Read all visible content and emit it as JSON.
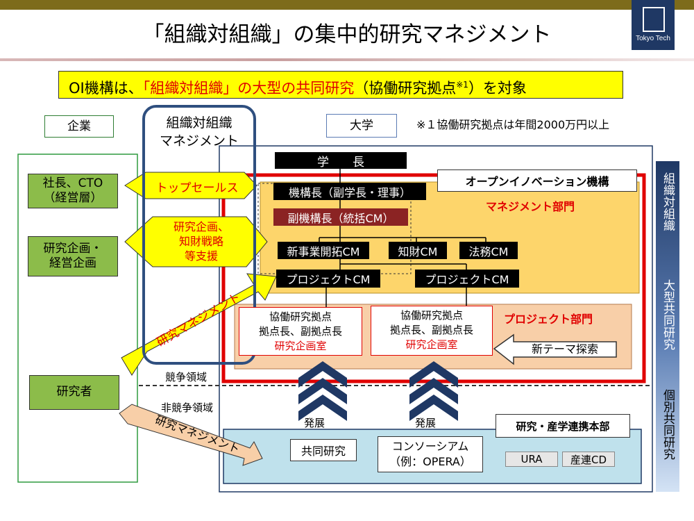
{
  "title": "「組織対組織」の集中的研究マネジメント",
  "logo": {
    "text": "Tokyo Tech"
  },
  "banner": {
    "prefix": "OI機構は、",
    "highlight": "「組織対組織」の大型の共同研究",
    "suffix": "（協働研究拠点",
    "note_mark": "※1",
    "tail": "）を対象"
  },
  "footnote": "※１協働研究拠点は年間2000万円以上",
  "columns": {
    "company": "企業",
    "university": "大学"
  },
  "mgmt_box": {
    "line1": "組織対組織",
    "line2": "マネジメント"
  },
  "company_boxes": {
    "ceo": "社長、CTO（経営層）",
    "ceo_line1": "社長、CTO",
    "ceo_line2": "（経営層）",
    "planning_line1": "研究企画・",
    "planning_line2": "経営企画",
    "researcher": "研究者"
  },
  "arrows": {
    "top_sales": "トップセールス",
    "support_line1": "研究企画、",
    "support_line2": "知財戦略",
    "support_line3": "等支援",
    "research_mgmt_upper": "研究マネジメント",
    "research_mgmt_lower": "研究マネジメント",
    "new_theme": "新テーマ探索"
  },
  "zones": {
    "competitive": "競争領域",
    "non_competitive": "非競争領域"
  },
  "university": {
    "president": "学　　長",
    "oi_org": "オープンイノベーション機構",
    "mgmt_dept": "マネジメント部門",
    "director": "機構長（副学長・理事）",
    "vice_director": "副機構長（統括CM）",
    "new_biz": "新事業開拓CM",
    "ip": "知財CM",
    "legal": "法務CM",
    "project_cm_1": "プロジェクトCM",
    "project_cm_2": "プロジェクトCM",
    "project_dept": "プロジェクト部門",
    "base_1": {
      "line1": "協働研究拠点",
      "line2": "拠点長、副拠点長",
      "line3": "研究企画室"
    },
    "base_2": {
      "line1": "協働研究拠点",
      "line2": "拠点長、副拠点長",
      "line3": "研究企画室"
    },
    "develop_1": "発展",
    "develop_2": "発展",
    "liaison": "研究・産学連携本部",
    "joint_research": "共同研究",
    "consortium_line1": "コンソーシアム",
    "consortium_line2": "（例：OPERA）",
    "ura": "URA",
    "sangaku_cd": "産連CD"
  },
  "side_bar": {
    "org": "組織対組織",
    "large": "大型共同研究",
    "individual": "個別共同研究"
  },
  "colors": {
    "yellow": "#ffff00",
    "red": "#e00000",
    "green_box": "#8cbc4a",
    "mgmt_fill": "#fdd56b",
    "proj_fill": "#f8cfa8",
    "liaison_fill": "#bfe1ec",
    "navy": "#1f3864",
    "maroon": "#8b2323",
    "peach_arrow": "#f8cfa8"
  }
}
